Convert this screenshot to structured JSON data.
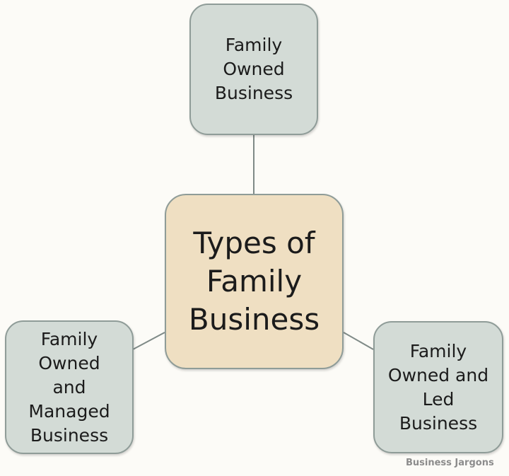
{
  "diagram": {
    "center": {
      "lines": [
        "Types of",
        "Family",
        "Business"
      ],
      "fill": "#efdfc2"
    },
    "branches": [
      {
        "position": "top",
        "lines": [
          "Family",
          "Owned",
          "Business"
        ],
        "fill": "#d3dbd6"
      },
      {
        "position": "left",
        "lines": [
          "Family",
          "Owned",
          "and",
          "Managed",
          "Business"
        ],
        "fill": "#d3dbd6"
      },
      {
        "position": "right",
        "lines": [
          "Family",
          "Owned and",
          "Led",
          "Business"
        ],
        "fill": "#d3dbd6"
      }
    ],
    "connector_color": "#7f8a87",
    "border_color": "#8f9c98"
  },
  "watermark": "Business Jargons"
}
